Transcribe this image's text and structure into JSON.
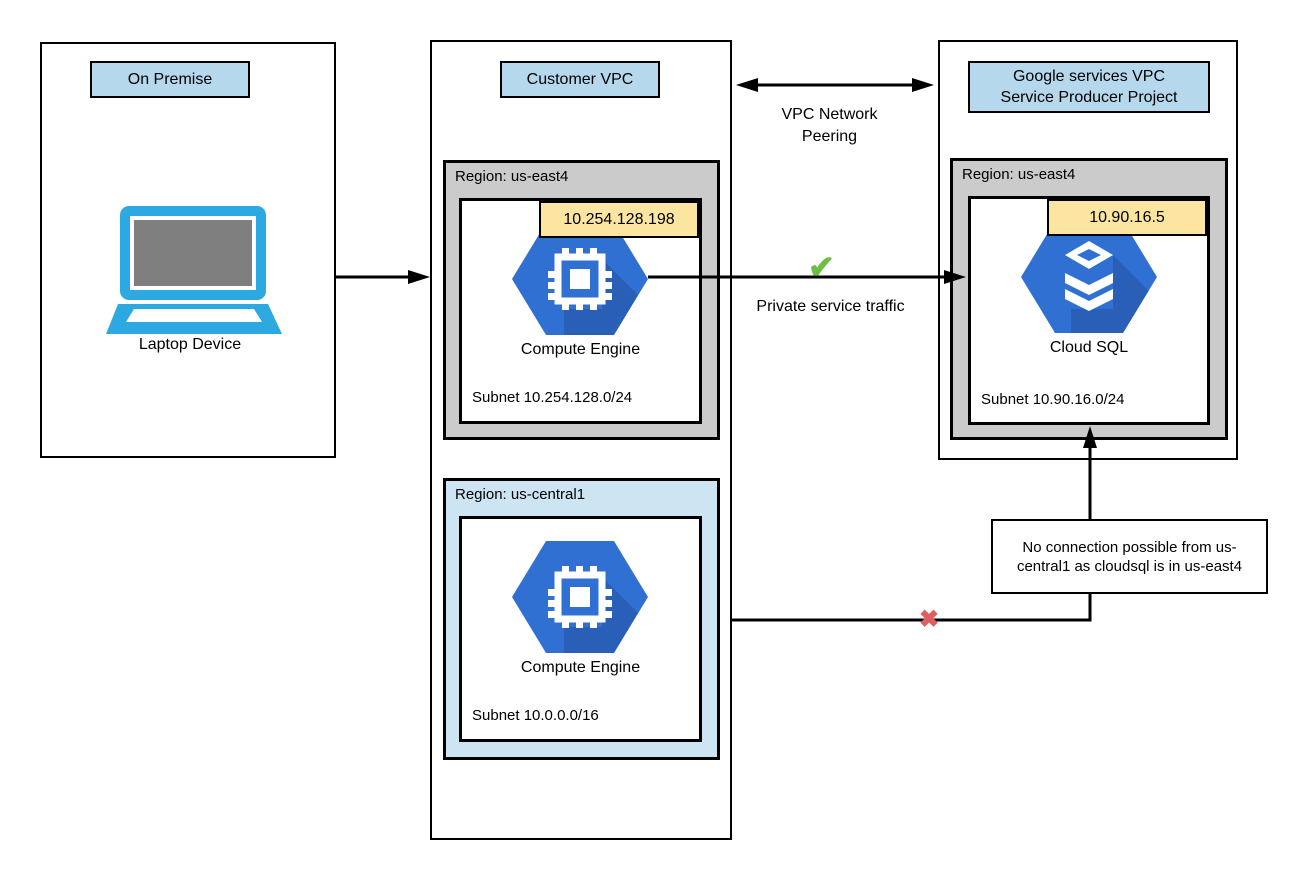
{
  "colors": {
    "title_fill": "#b5d8ec",
    "region_gray_fill": "#cbcbcb",
    "region_blue_fill": "#cde4f3",
    "ip_tag_fill": "#fbe5a1",
    "gcp_hexagon_blue": "#2f70d2",
    "gcp_hexagon_shadow": "#2a5fb8",
    "laptop_blue": "#2ca9e0",
    "laptop_screen_gray": "#7f7f7f",
    "check_green": "#6cbe45",
    "cross_red": "#dd5f5f",
    "line_black": "#000000"
  },
  "on_premise": {
    "title": "On Premise",
    "device_label": "Laptop Device"
  },
  "customer_vpc": {
    "title": "Customer VPC",
    "region_us_east4": {
      "label": "Region: us-east4",
      "ip": "10.254.128.198",
      "node_label": "Compute Engine",
      "subnet": "Subnet 10.254.128.0/24"
    },
    "region_us_central1": {
      "label": "Region: us-central1",
      "node_label": "Compute Engine",
      "subnet": "Subnet 10.0.0.0/16"
    }
  },
  "google_vpc": {
    "title_line1": "Google services VPC",
    "title_line2": "Service Producer Project",
    "region_us_east4": {
      "label": "Region: us-east4",
      "ip": "10.90.16.5",
      "node_label": "Cloud SQL",
      "subnet": "Subnet 10.90.16.0/24"
    }
  },
  "connections": {
    "vpc_peering_label": "VPC Network Peering",
    "private_service_label": "Private service traffic",
    "no_connection_note": "No connection possible from us-central1 as cloudsql is in us-east4",
    "allowed_icon": "✔",
    "blocked_icon": "✖"
  }
}
